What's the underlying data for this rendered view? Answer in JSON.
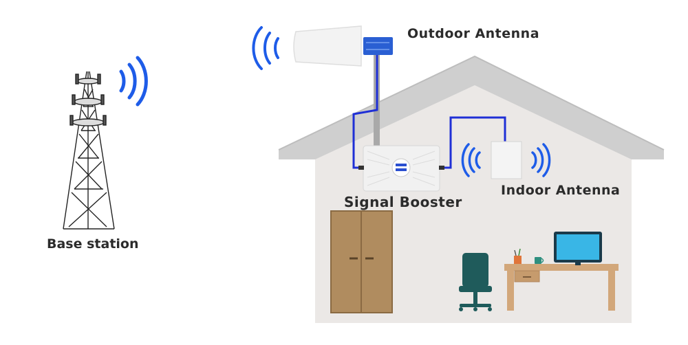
{
  "labels": {
    "base_station": "Base station",
    "outdoor_antenna": "Outdoor Antenna",
    "signal_booster": "Signal Booster",
    "indoor_antenna": "Indoor Antenna"
  },
  "colors": {
    "cable": "#1f2fd6",
    "signal_waves": "#1e5ce8",
    "house_wall": "#ebe8e6",
    "roof": "#c9c9c9",
    "wardrobe": "#b08c5f",
    "desk": "#d2a77a",
    "chair": "#1f5b5b",
    "monitor": "#1a3a4a"
  },
  "icons": [
    "cell-tower-icon",
    "yagi-antenna-icon",
    "booster-device-icon",
    "indoor-antenna-icon",
    "wardrobe-icon",
    "chair-icon",
    "desk-icon",
    "monitor-icon"
  ]
}
